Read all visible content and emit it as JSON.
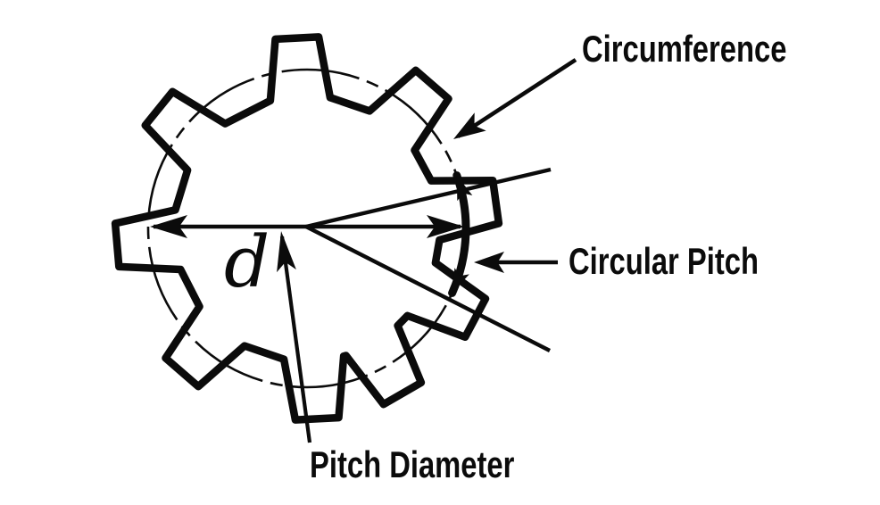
{
  "colors": {
    "ink": "#0b0b0b",
    "background": "#ffffff"
  },
  "labels": {
    "circumference": "Circumference",
    "circular_pitch": "Circular Pitch",
    "pitch_diameter": "Pitch Diameter",
    "diameter_symbol": "d"
  },
  "gear": {
    "teeth_count": 9
  }
}
